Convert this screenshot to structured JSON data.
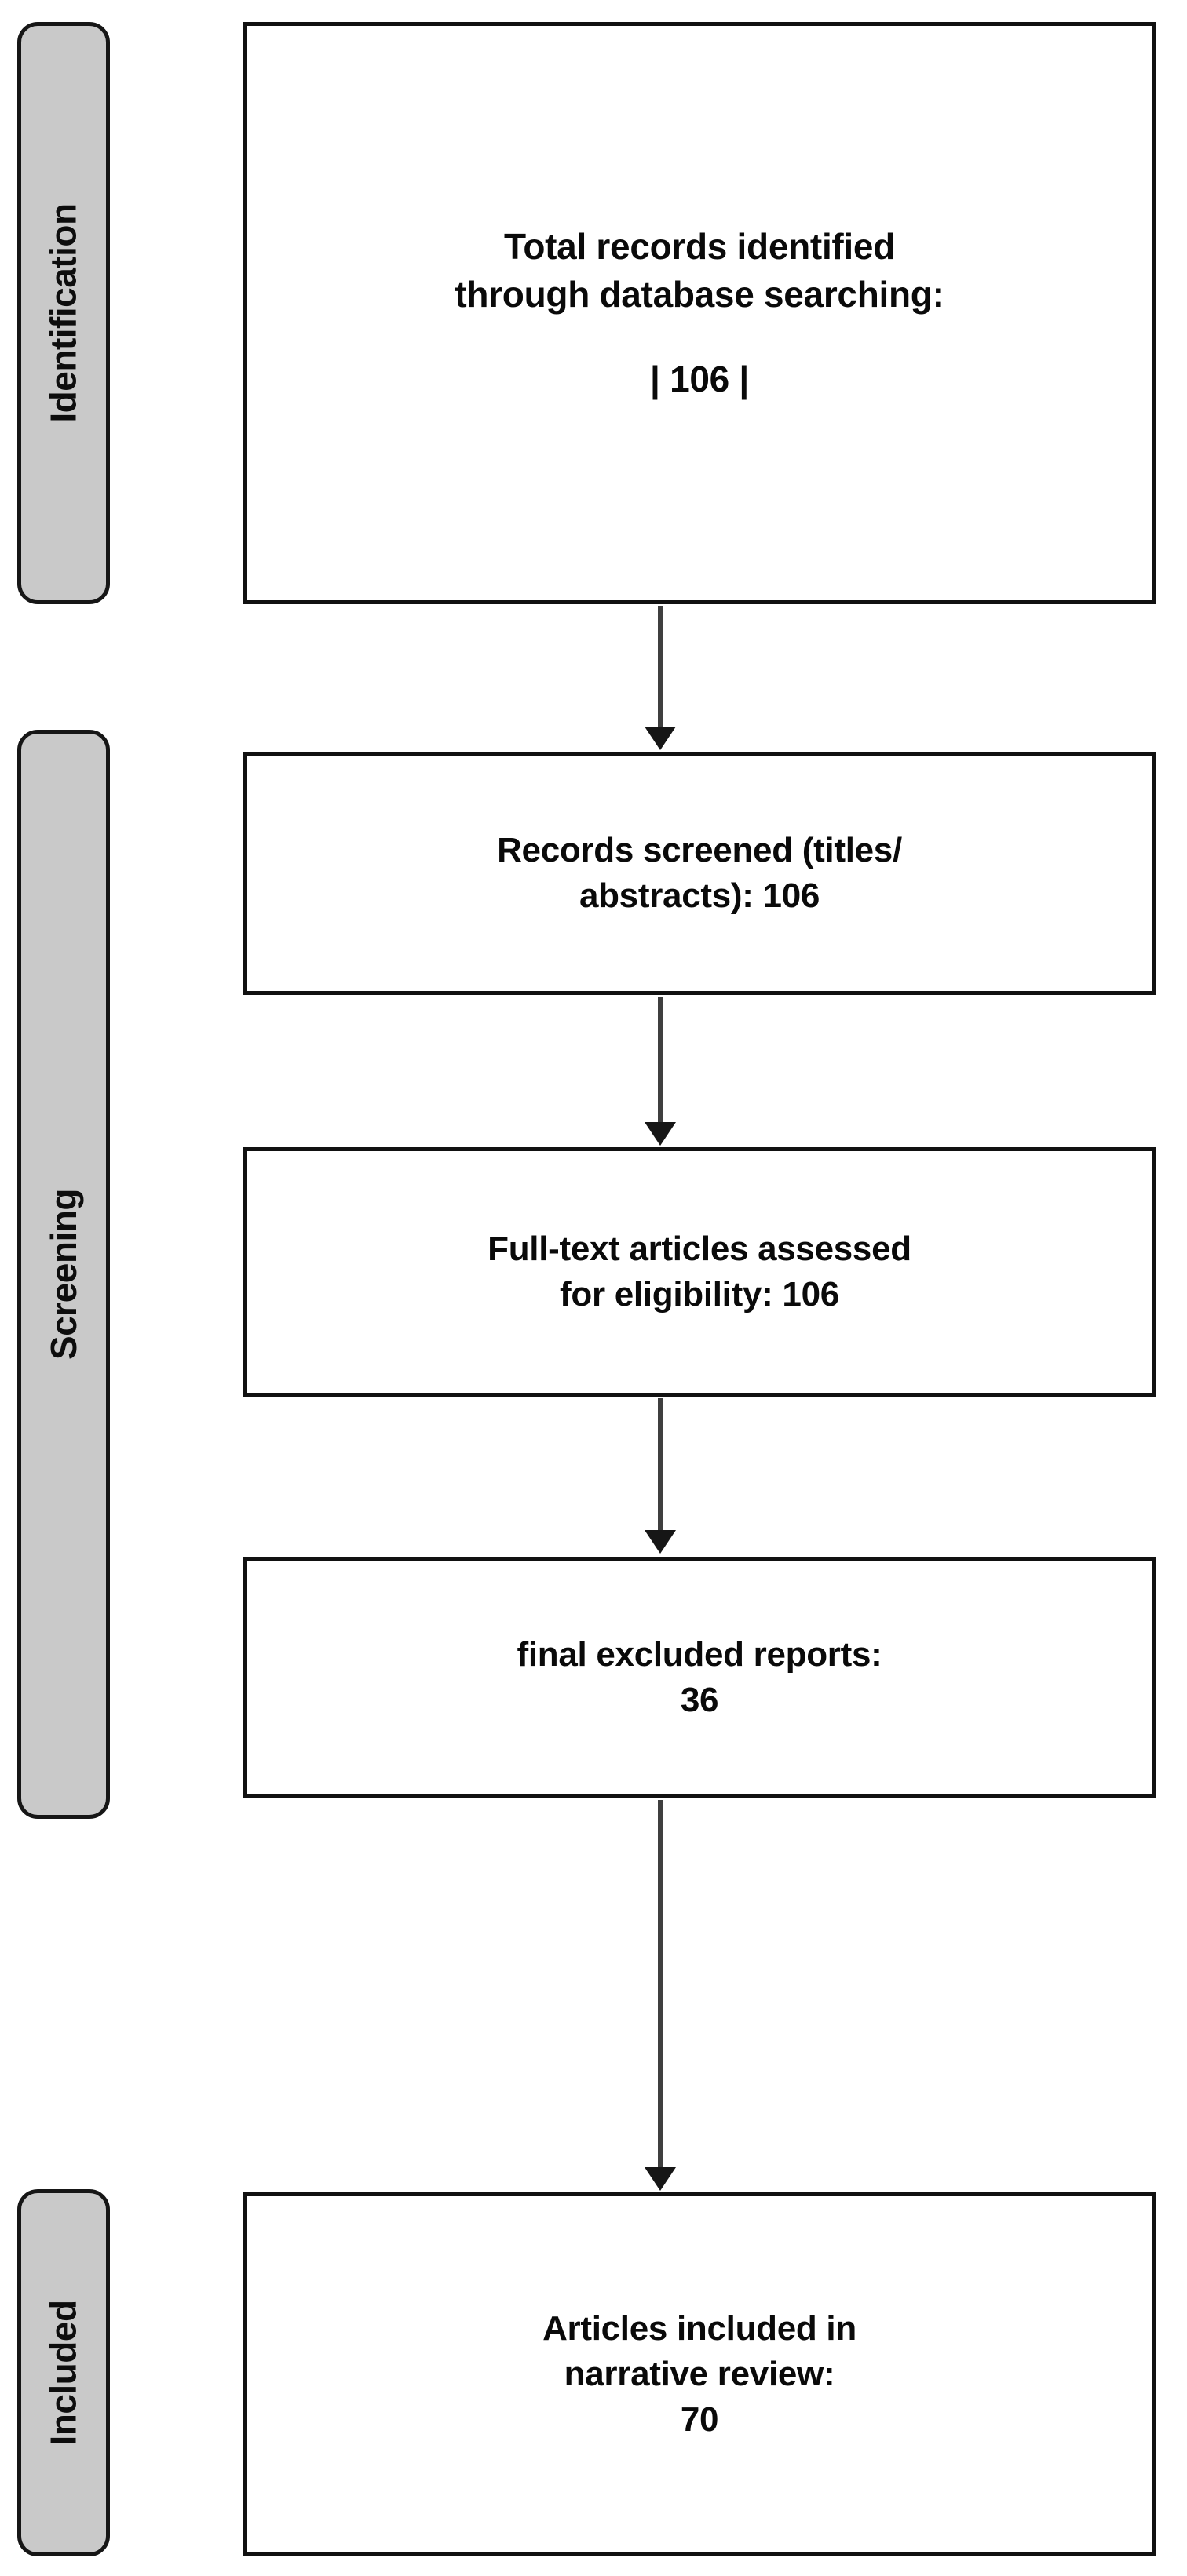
{
  "diagram": {
    "type": "PRISMA flow diagram",
    "stages": [
      {
        "id": "identification",
        "label": "Identification"
      },
      {
        "id": "screening",
        "label": "Screening"
      },
      {
        "id": "included",
        "label": "Included"
      }
    ],
    "boxes": [
      {
        "id": "identified",
        "stage": "identification",
        "title": "Total records identified\nthrough database searching:",
        "value": "| 106   |",
        "count": 106
      },
      {
        "id": "screened",
        "stage": "screening",
        "title": "Records screened (titles/\nabstracts): 106",
        "value": "",
        "count": 106
      },
      {
        "id": "fulltext",
        "stage": "screening",
        "title": "Full-text articles assessed\nfor eligibility: 106",
        "value": "",
        "count": 106
      },
      {
        "id": "excluded",
        "stage": "screening",
        "title": "final excluded reports:\n36",
        "value": "",
        "count": 36
      },
      {
        "id": "included",
        "stage": "included",
        "title": "Articles included in\nnarrative review:\n70",
        "value": "",
        "count": 70
      }
    ],
    "arrows": [
      {
        "id": "arrow-1",
        "from": "identified",
        "to": "screened"
      },
      {
        "id": "arrow-2",
        "from": "screened",
        "to": "fulltext"
      },
      {
        "id": "arrow-3",
        "from": "fulltext",
        "to": "excluded"
      },
      {
        "id": "arrow-4",
        "from": "excluded",
        "to": "included"
      }
    ],
    "colors": {
      "stage_fill": "#c9c9c9",
      "stage_border": "#161616",
      "box_fill": "#ffffff",
      "box_border": "#111111",
      "arrow": "#3f3f3f",
      "text": "#0a0a0a"
    }
  }
}
